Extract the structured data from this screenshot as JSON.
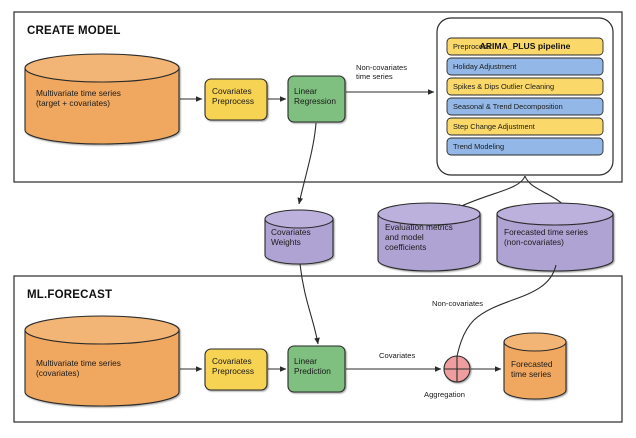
{
  "diagram": {
    "title_create": "CREATE MODEL",
    "title_forecast": "ML.FORECAST",
    "colors": {
      "orange": "#F0A860",
      "orange_top": "#F3B574",
      "yellow": "#F7D353",
      "yellow_soft": "#FAD96A",
      "green": "#7FBF7F",
      "purple": "#AFA3D4",
      "purple_top": "#BCB1DC",
      "blue": "#93B8E8",
      "pink": "#EE9E9E",
      "stroke": "#2b2b2b",
      "frame": "#3a3a3a"
    }
  },
  "create_model": {
    "source_db": "Multivariate time series\n(target + covariates)",
    "preprocess": "Covariates\nPreprocess",
    "regression": "Linear\nRegression",
    "edge_noncov": "Non-covariates\ntime series"
  },
  "pipeline": {
    "title": "ARIMA_PLUS pipeline",
    "steps": [
      {
        "label": "Preprocess",
        "tone": "yellow"
      },
      {
        "label": "Holiday Adjustment",
        "tone": "blue"
      },
      {
        "label": "Spikes & Dips Outlier Cleaning",
        "tone": "yellow"
      },
      {
        "label": "Seasonal & Trend Decomposition",
        "tone": "blue"
      },
      {
        "label": "Step Change Adjustment",
        "tone": "yellow"
      },
      {
        "label": "Trend Modeling",
        "tone": "blue"
      }
    ]
  },
  "artifacts": {
    "weights": "Covariates\nWeights",
    "metrics": "Evaluation metrics\nand model\ncoefficients",
    "forecast_noncov": "Forecasted time series\n(non-covariates)"
  },
  "ml_forecast": {
    "source_db": "Multivariate time series\n(covariates)",
    "preprocess": "Covariates\nPreprocess",
    "prediction": "Linear\nPrediction",
    "edge_covariates": "Covariates",
    "edge_noncovariates": "Non-covariates",
    "aggregation_label": "Aggregation",
    "result_db": "Forecasted\ntime series"
  }
}
